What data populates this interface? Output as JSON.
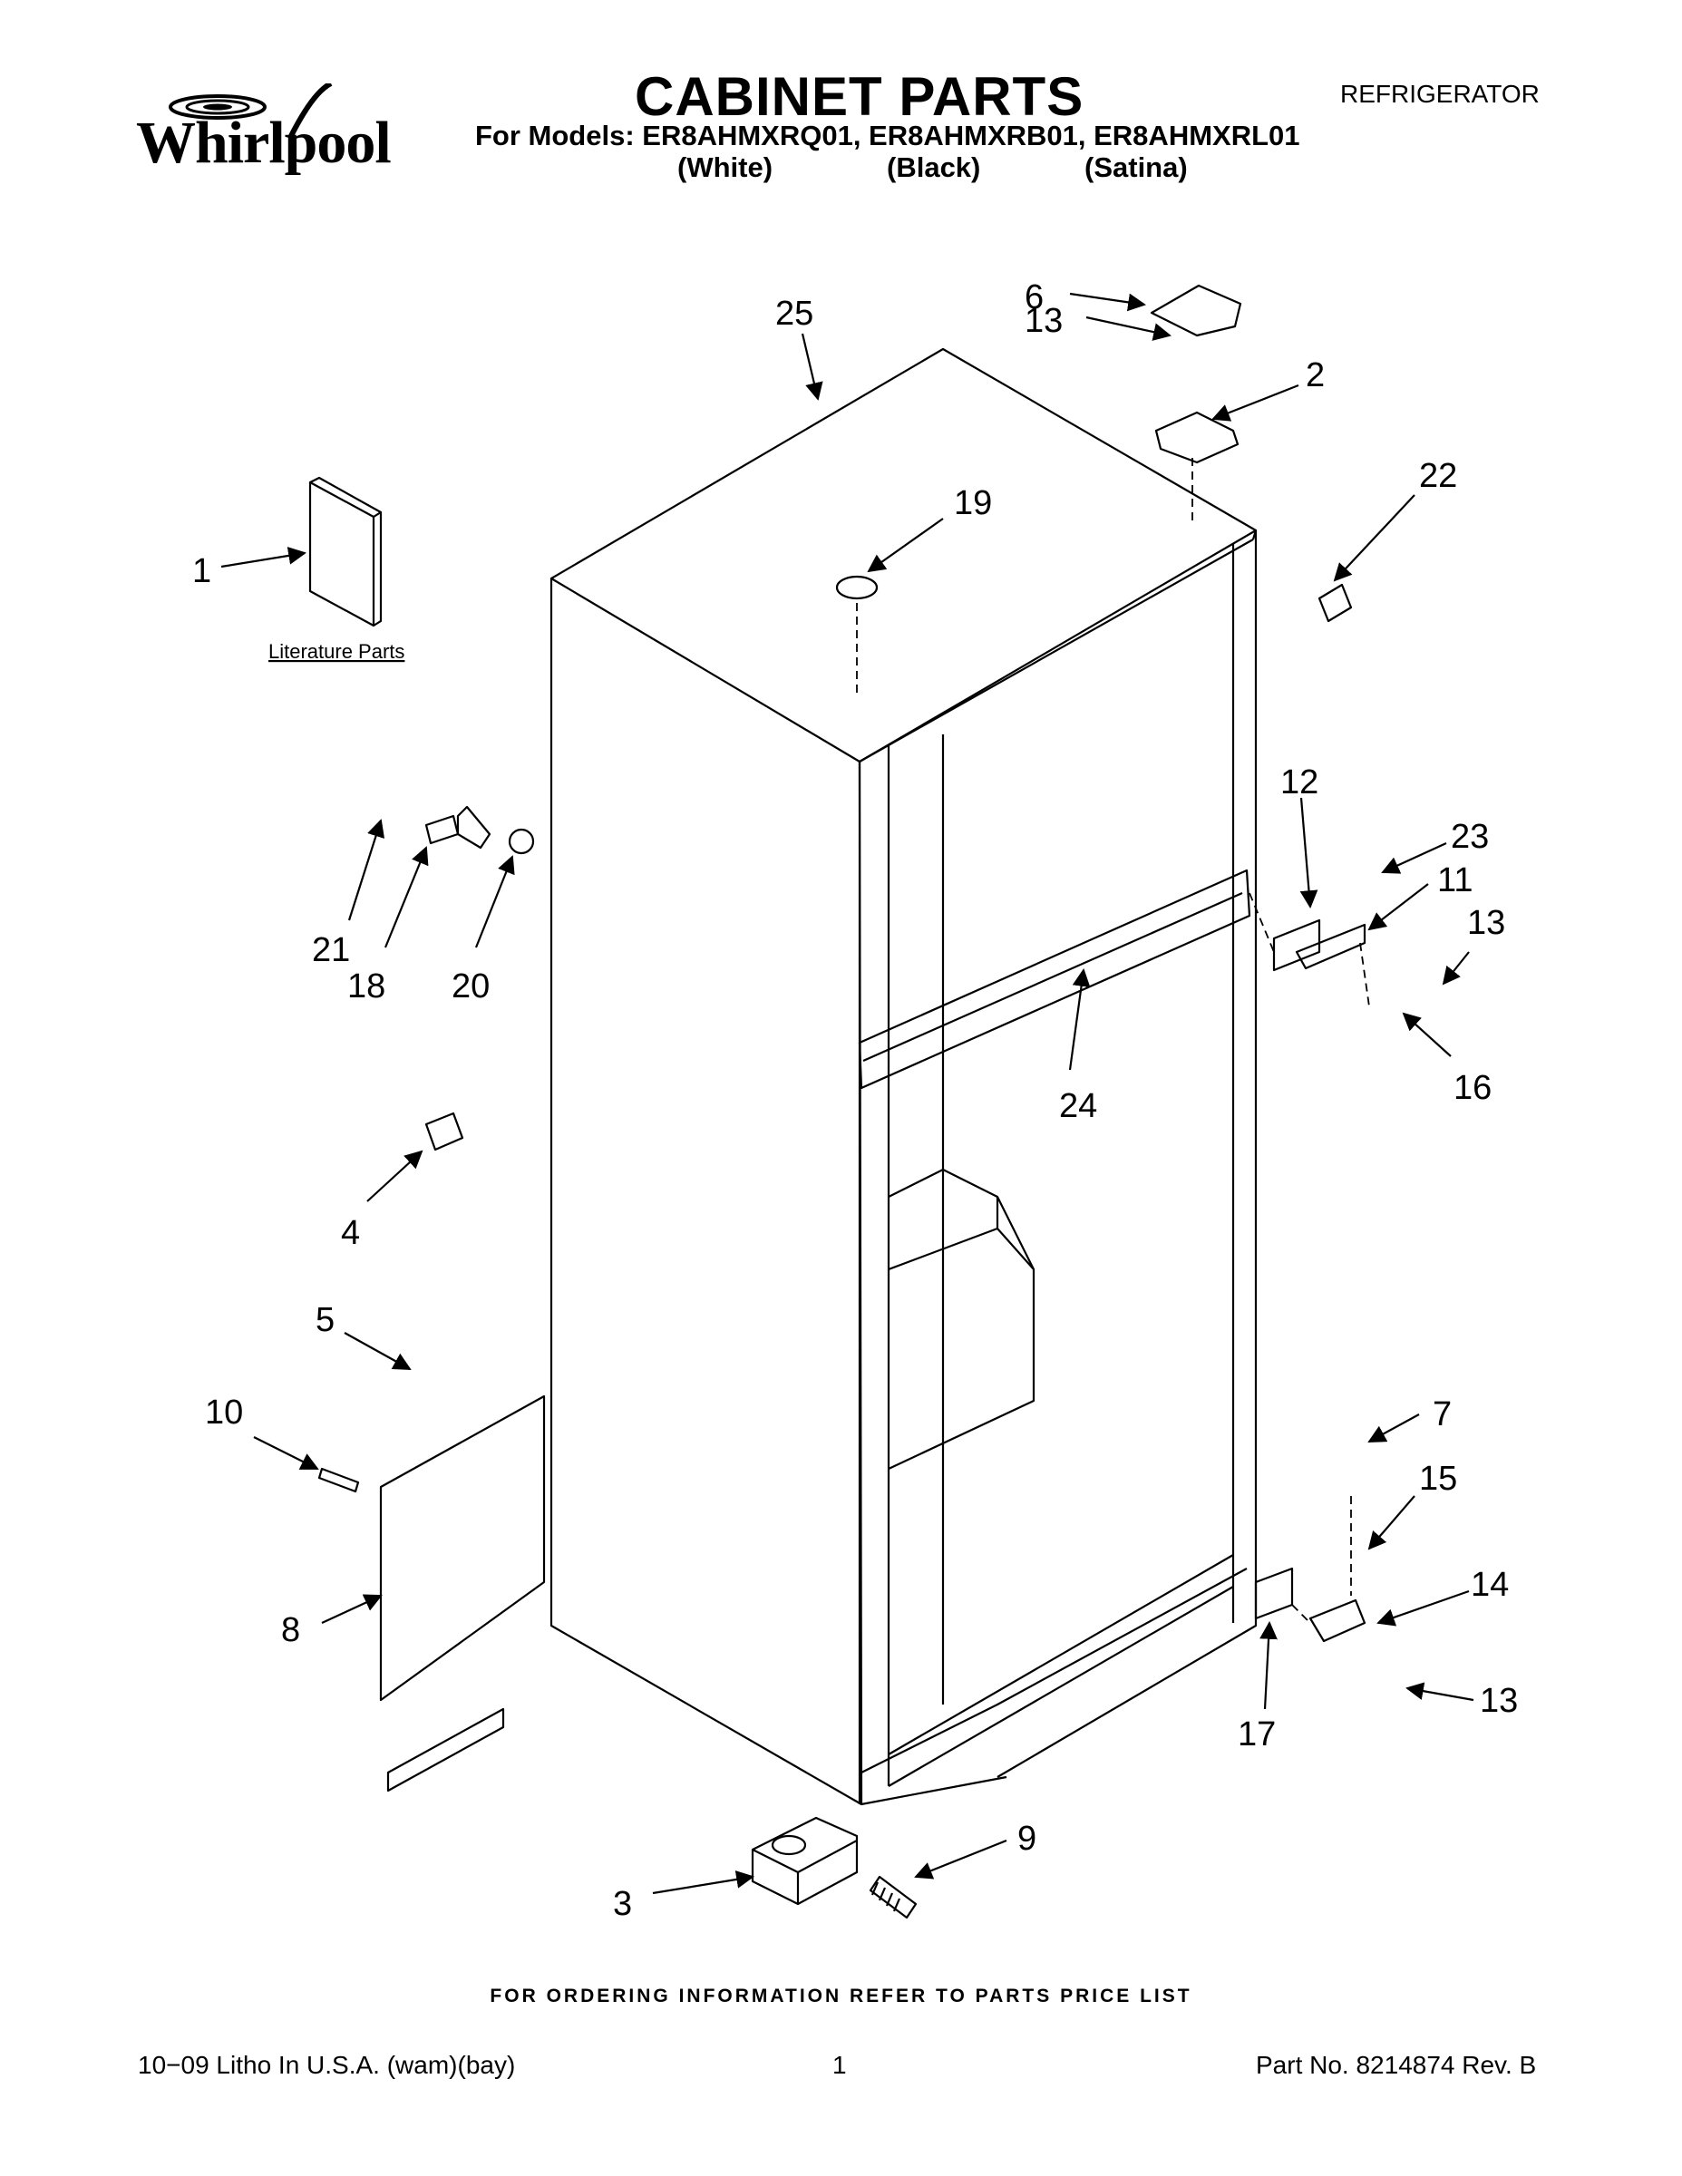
{
  "header": {
    "brand": "Whirlpool",
    "title": "CABINET PARTS",
    "category": "REFRIGERATOR",
    "models_line": "For Models: ER8AHMXRQ01, ER8AHMXRB01, ER8AHMXRL01",
    "variants": [
      "(White)",
      "(Black)",
      "(Satina)"
    ]
  },
  "diagram": {
    "literature_label": "Literature Parts",
    "callouts": [
      "25",
      "6",
      "13",
      "2",
      "22",
      "19",
      "1",
      "12",
      "23",
      "11",
      "13",
      "21",
      "18",
      "20",
      "16",
      "24",
      "4",
      "5",
      "10",
      "7",
      "15",
      "14",
      "8",
      "17",
      "13",
      "9",
      "3"
    ]
  },
  "footer": {
    "ordering_note": "FOR ORDERING INFORMATION REFER TO PARTS PRICE LIST",
    "litho": "10−09 Litho In U.S.A. (wam)(bay)",
    "page_number": "1",
    "part_number": "Part No. 8214874 Rev. B"
  }
}
